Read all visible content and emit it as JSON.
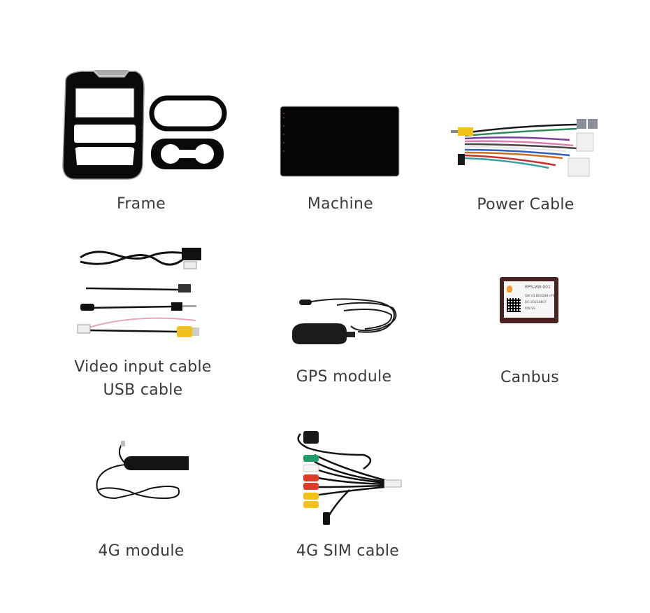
{
  "items": [
    {
      "label": "Frame"
    },
    {
      "label": "Machine"
    },
    {
      "label": "Power Cable"
    },
    {
      "label_line1": "Video input cable",
      "label_line2": "USB cable"
    },
    {
      "label": "GPS module"
    },
    {
      "label": "Canbus",
      "sticker": {
        "model": "RPS-VW-001",
        "sw": "SW:V3.BE0288×PS",
        "dc": "DC:20210607",
        "pn": "P/N:SS"
      }
    },
    {
      "label": "4G module"
    },
    {
      "label": "4G SIM cable"
    }
  ],
  "colors": {
    "text": "#3a3a3a",
    "background": "#ffffff",
    "rca_yellow": "#f2c21a",
    "rca_red": "#e03a2a",
    "rca_green": "#1f9d6a"
  }
}
